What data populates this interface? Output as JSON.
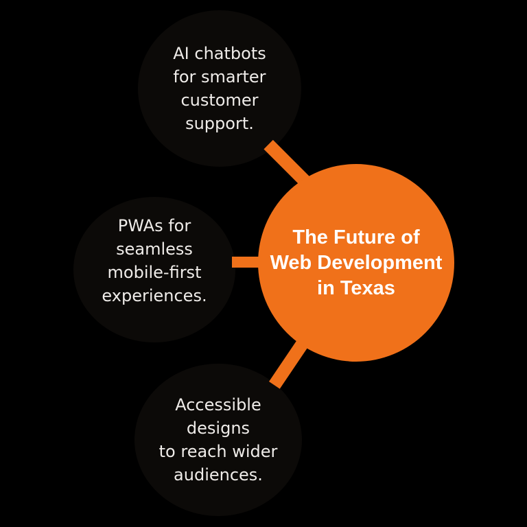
{
  "colors": {
    "accent_orange": "#F0711A",
    "node_black": "#0C0A08",
    "background": "#000000",
    "center_text": "#FFFFFF",
    "node_text": "#EFECE9"
  },
  "center_node": {
    "lines": [
      "The Future of",
      "Web Development",
      "in Texas"
    ]
  },
  "nodes": [
    {
      "lines": [
        "AI chatbots",
        "for smarter",
        "customer",
        "support."
      ]
    },
    {
      "lines": [
        "PWAs for",
        "seamless",
        "mobile-first",
        "experiences."
      ]
    },
    {
      "lines": [
        "Accessible",
        "designs",
        "to reach wider",
        "audiences."
      ]
    }
  ]
}
